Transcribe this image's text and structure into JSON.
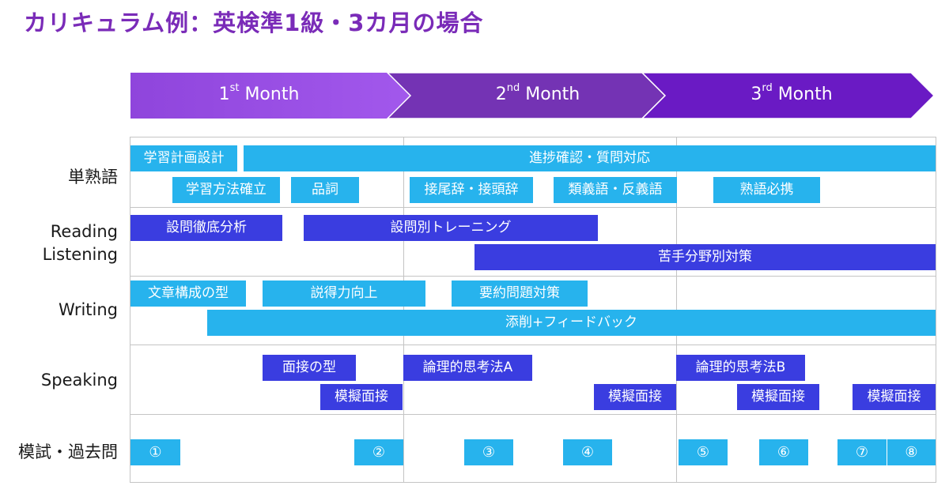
{
  "title": "カリキュラム例：英検準1級・3カ月の場合",
  "colors": {
    "title": "#7a2bb8",
    "month1": "#9b4fe8",
    "month2": "#7433b4",
    "month3": "#6a1ac4",
    "cyan_bar": "#27b3ed",
    "blue_bar": "#3a3de0",
    "grid": "#c4c4c4"
  },
  "months": [
    {
      "num": "1",
      "suffix": "st",
      "word": "Month"
    },
    {
      "num": "2",
      "suffix": "nd",
      "word": "Month"
    },
    {
      "num": "3",
      "suffix": "rd",
      "word": "Month"
    }
  ],
  "rows": {
    "vocab": "単熟語",
    "reading": "Reading",
    "listening": "Listening",
    "writing": "Writing",
    "speaking": "Speaking",
    "mock": "模試・過去問"
  },
  "tasks": {
    "vocab": [
      "学習計画設計",
      "進捗確認・質問対応",
      "学習方法確立",
      "品詞",
      "接尾辞・接頭辞",
      "類義語・反義語",
      "熟語必携"
    ],
    "reading": [
      "設問徹底分析",
      "設問別トレーニング",
      "苦手分野別対策"
    ],
    "writing": [
      "文章構成の型",
      "説得力向上",
      "要約問題対策",
      "添削+フィードバック"
    ],
    "speaking": [
      "面接の型",
      "論理的思考法A",
      "論理的思考法B",
      "模擬面接",
      "模擬面接",
      "模擬面接",
      "模擬面接"
    ],
    "mock": [
      "①",
      "②",
      "③",
      "④",
      "⑤",
      "⑥",
      "⑦",
      "⑧"
    ]
  }
}
